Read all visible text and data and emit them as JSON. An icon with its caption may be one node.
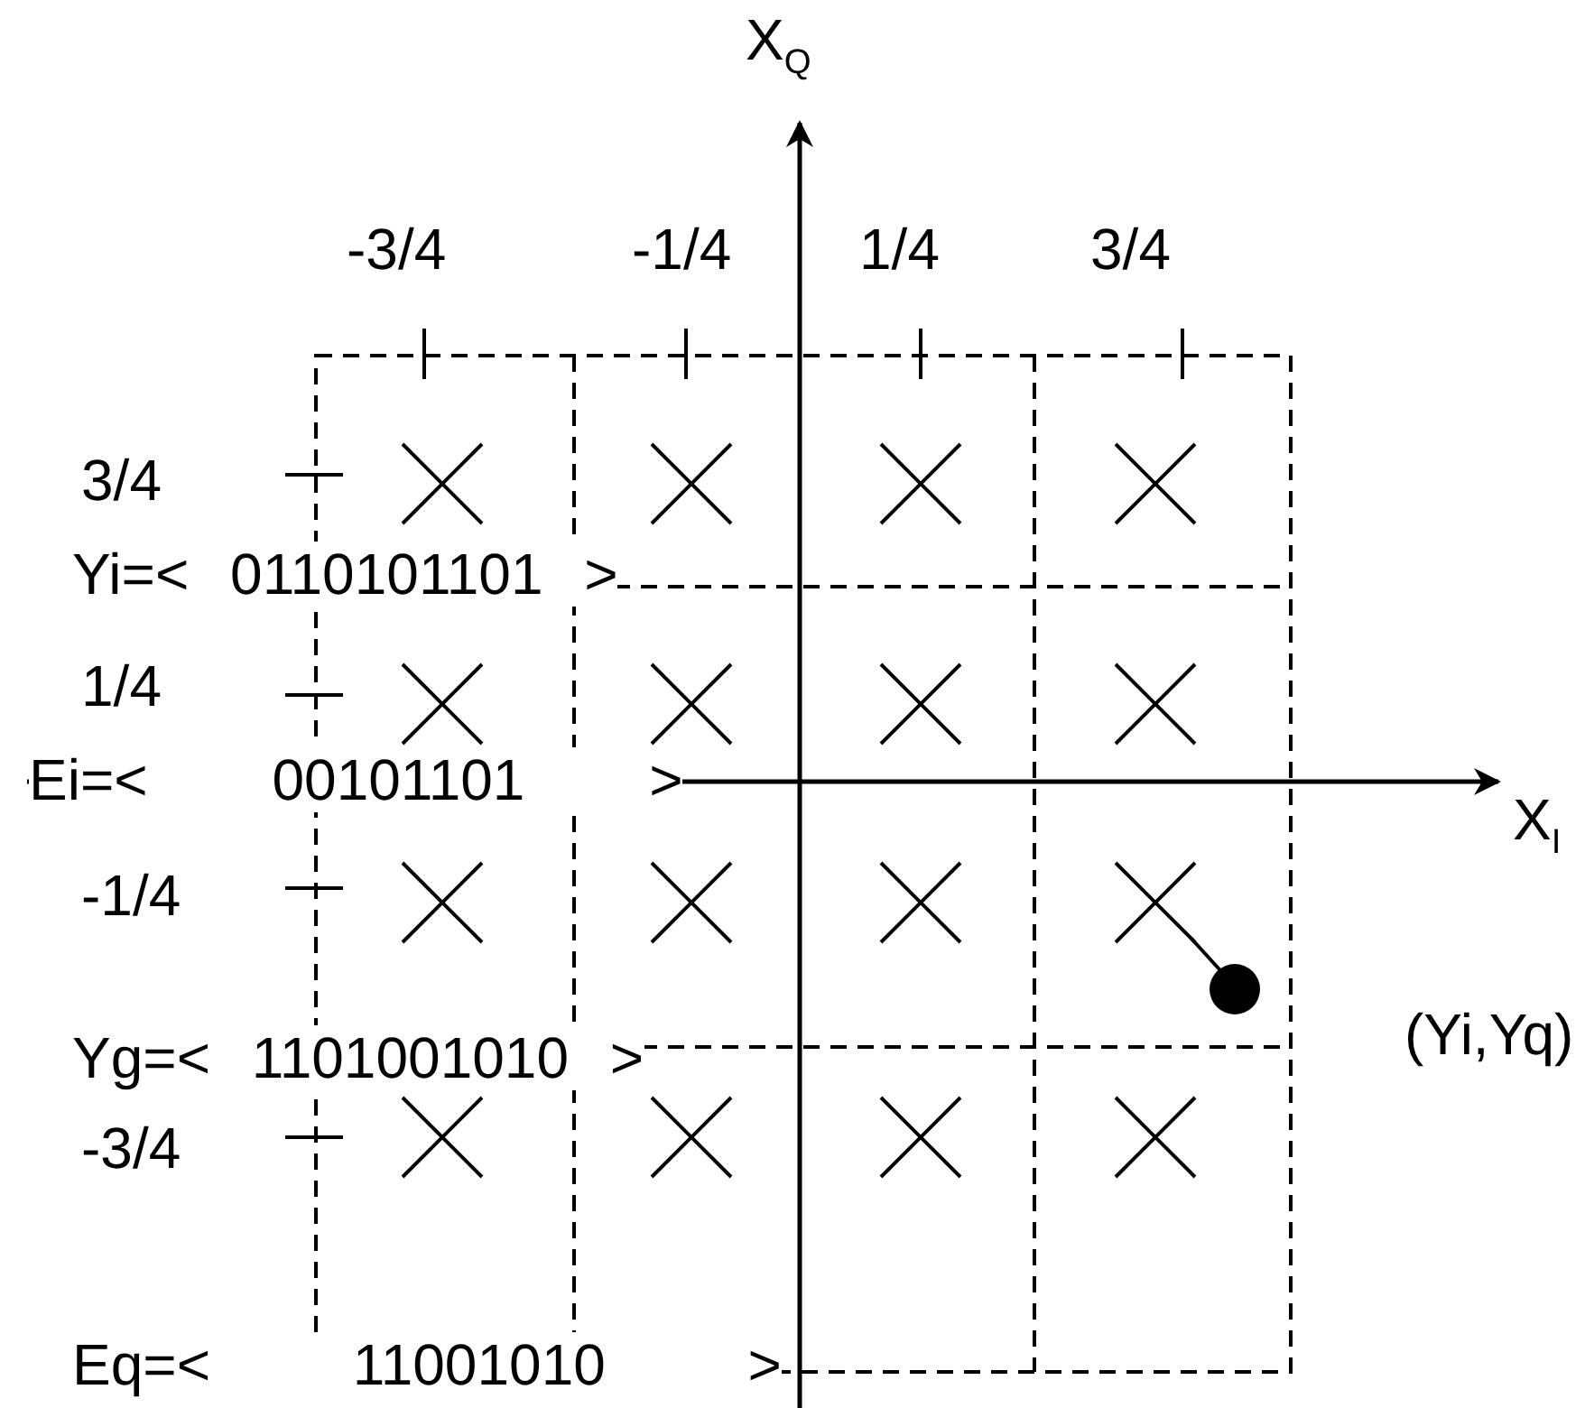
{
  "diagram": {
    "labels": [
      "X$_{Q}$",
      "-3/4",
      "-1/4",
      "1/4",
      "3/4",
      "3/4",
      "Yi=< 0110101101 >",
      "1/4",
      "Ei=< 00101101 >",
      "X$_{I}$",
      "-1/4",
      "(Yi,Yq)",
      "Yg=< 1101001010 >",
      "-3/4",
      "Eq=< 11001010 >"
    ]
  }
}
